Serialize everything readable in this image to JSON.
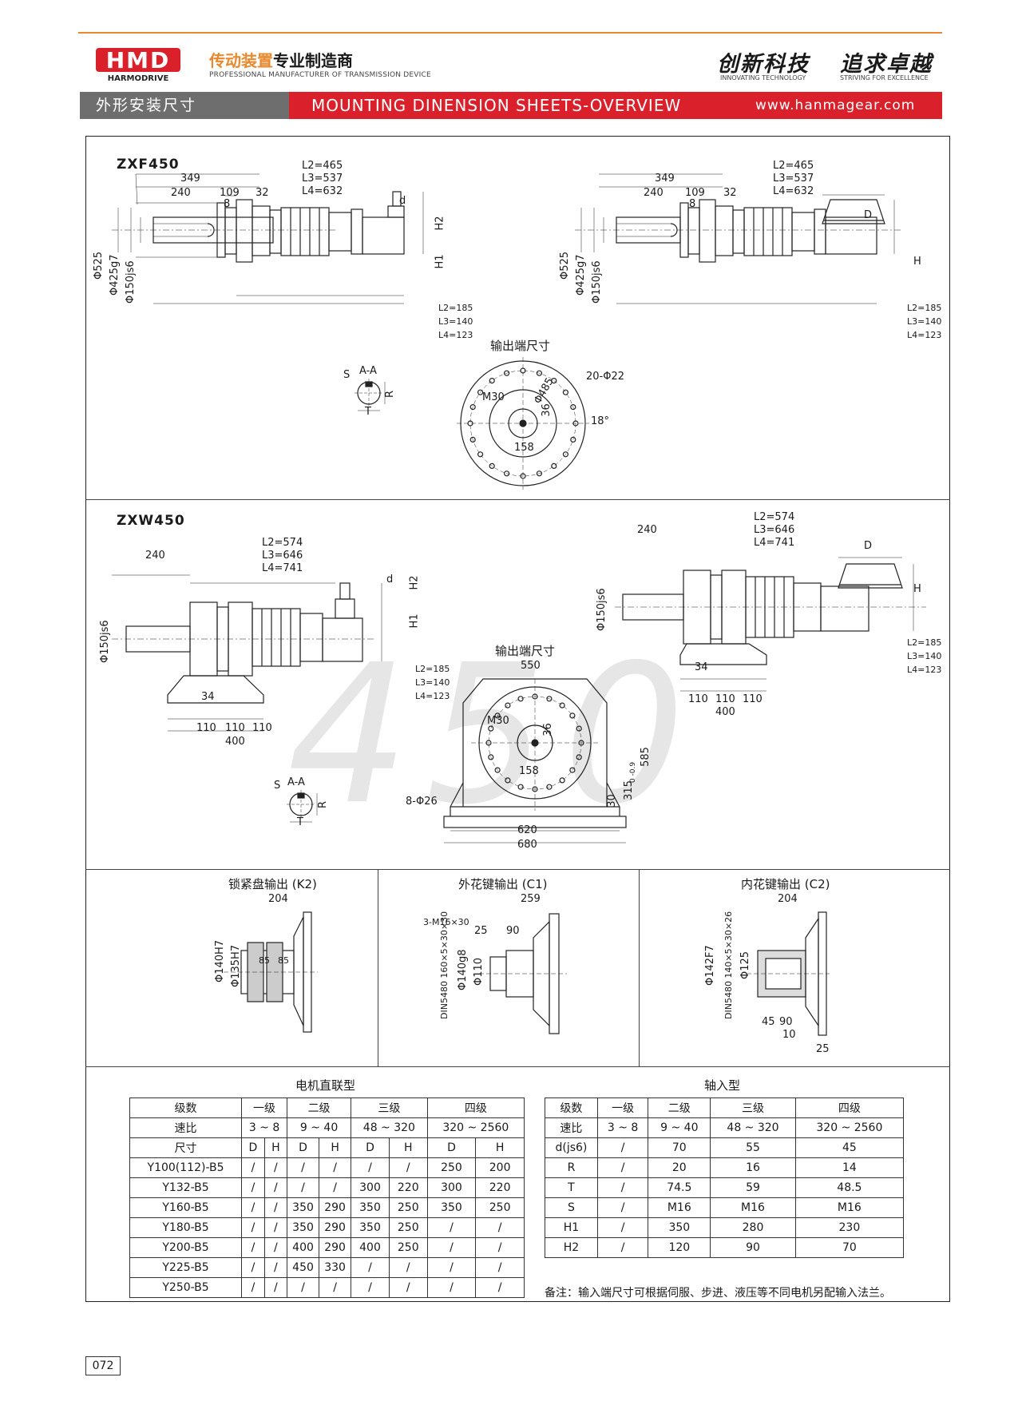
{
  "header": {
    "logo_text": "HMD",
    "logo_sub": "HARMODRIVE",
    "brand_cn_orange": "传动装置",
    "brand_cn_black": "专业制造商",
    "brand_en": "PROFESSIONAL MANUFACTURER OF TRANSMISSION DEVICE",
    "slogan1": "创新科技",
    "slogan1_en": "INNOVATING TECHNOLOGY",
    "slogan2": "追求卓越",
    "slogan2_en": "STRIVING FOR EXCELLENCE",
    "section_cn": "外形安装尺寸",
    "section_en": "MOUNTING DINENSION SHEETS-OVERVIEW",
    "url": "www.hanmagear.com"
  },
  "colors": {
    "accent_orange": "#e9892f",
    "band_red": "#d9202b",
    "band_grey": "#6e6e6e"
  },
  "watermark": "450",
  "zxf": {
    "title": "ZXF450",
    "d349": "349",
    "d240": "240",
    "d109": "109",
    "d8": "8",
    "d32": "32",
    "l2": "L2=465",
    "l3": "L3=537",
    "l4": "L4=632",
    "phi525": "Φ525",
    "phi425": "Φ425g7",
    "phi150": "Φ150js6",
    "d": "d",
    "h2": "H2",
    "h1": "H1",
    "D": "D",
    "H": "H",
    "l2b": "L2=185",
    "l3b": "L3=140",
    "l4b": "L4=123",
    "aa": "A-A",
    "s": "S",
    "r": "R",
    "t": "T",
    "output_caption": "输出端尺寸",
    "m30": "M30",
    "phi485": "Φ485",
    "n36": "36",
    "holes": "20-Φ22",
    "deg": "18°",
    "n158": "158"
  },
  "zxw": {
    "title": "ZXW450",
    "d240": "240",
    "l2": "L2=574",
    "l3": "L3=646",
    "l4": "L4=741",
    "phi150": "Φ150js6",
    "d": "d",
    "h2": "H2",
    "h1": "H1",
    "D": "D",
    "H": "H",
    "l2b": "L2=185",
    "l3b": "L3=140",
    "l4b": "L4=123",
    "n34": "34",
    "n110": "110",
    "n400": "400",
    "aa": "A-A",
    "s": "S",
    "r": "R",
    "t": "T",
    "output_caption": "输出端尺寸",
    "n550": "550",
    "m30": "M30",
    "n36": "36",
    "n158": "158",
    "n585": "585",
    "n315": "315",
    "tol": "0 -0.9",
    "n30": "30",
    "holes": "8-Φ26",
    "n620": "620",
    "n680": "680"
  },
  "outputs": {
    "k2": {
      "title": "锁紧盘输出 (K2)",
      "n204": "204",
      "phi140": "Φ140H7",
      "phi135": "Φ135H7",
      "n85a": "85",
      "n85b": "85"
    },
    "c1": {
      "title": "外花键输出 (C1)",
      "n259": "259",
      "m16": "3-M16×30",
      "n25": "25",
      "n90": "90",
      "din": "DIN5480 160×5×30×30",
      "phi140g8": "Φ140g8",
      "phi110": "Φ110"
    },
    "c2": {
      "title": "内花键输出 (C2)",
      "n204": "204",
      "phi142": "Φ142F7",
      "din": "DIN5480 140×5×30×26",
      "phi125": "Φ125",
      "n45": "45",
      "n90": "90",
      "n10": "10",
      "n25": "25"
    }
  },
  "motor_table": {
    "title": "电机直联型",
    "rows": [
      [
        "级数",
        "一级",
        "二级",
        "三级",
        "四级"
      ],
      [
        "速比",
        "3 ~ 8",
        "9 ~ 40",
        "48 ~ 320",
        "320 ~ 2560"
      ],
      [
        "尺寸",
        "D",
        "H",
        "D",
        "H",
        "D",
        "H",
        "D",
        "H"
      ],
      [
        "Y100(112)-B5",
        "/",
        "/",
        "/",
        "/",
        "/",
        "/",
        "250",
        "200"
      ],
      [
        "Y132-B5",
        "/",
        "/",
        "/",
        "/",
        "300",
        "220",
        "300",
        "220"
      ],
      [
        "Y160-B5",
        "/",
        "/",
        "350",
        "290",
        "350",
        "250",
        "350",
        "250"
      ],
      [
        "Y180-B5",
        "/",
        "/",
        "350",
        "290",
        "350",
        "250",
        "/",
        "/"
      ],
      [
        "Y200-B5",
        "/",
        "/",
        "400",
        "290",
        "400",
        "250",
        "/",
        "/"
      ],
      [
        "Y225-B5",
        "/",
        "/",
        "450",
        "330",
        "/",
        "/",
        "/",
        "/"
      ],
      [
        "Y250-B5",
        "/",
        "/",
        "/",
        "/",
        "/",
        "/",
        "/",
        "/"
      ]
    ]
  },
  "shaft_table": {
    "title": "轴入型",
    "rows": [
      [
        "级数",
        "一级",
        "二级",
        "三级",
        "四级"
      ],
      [
        "速比",
        "3 ~ 8",
        "9 ~ 40",
        "48 ~ 320",
        "320 ~ 2560"
      ],
      [
        "d(js6)",
        "/",
        "70",
        "55",
        "45"
      ],
      [
        "R",
        "/",
        "20",
        "16",
        "14"
      ],
      [
        "T",
        "/",
        "74.5",
        "59",
        "48.5"
      ],
      [
        "S",
        "/",
        "M16",
        "M16",
        "M16"
      ],
      [
        "H1",
        "/",
        "350",
        "280",
        "230"
      ],
      [
        "H2",
        "/",
        "120",
        "90",
        "70"
      ]
    ]
  },
  "note": "备注：输入端尺寸可根据伺服、步进、液压等不同电机另配输入法兰。",
  "page_number": "072"
}
